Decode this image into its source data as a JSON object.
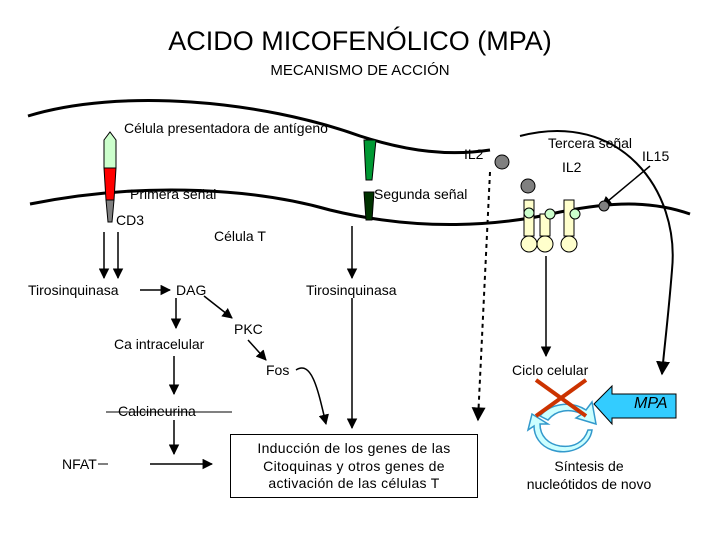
{
  "title": "ACIDO MICOFENÓLICO (MPA)",
  "subtitle": "MECANISMO DE ACCIÓN",
  "labels": {
    "apc": "Célula presentadora de antígeno",
    "primera_senal": "Primera señal",
    "segunda_senal": "Segunda señal",
    "tercera_senal": "Tercera señal",
    "il2_left": "IL2",
    "il2_right": "IL2",
    "il15": "IL15",
    "cd3": "CD3",
    "celula_t": "Célula T",
    "tirosinquinasa_left": "Tirosinquinasa",
    "dag": "DAG",
    "tirosinquinasa_right": "Tirosinquinasa",
    "ca_intracelular": "Ca intracelular",
    "pkc": "PKC",
    "fos": "Fos",
    "ciclo_celular": "Ciclo celular",
    "calcineurina": "Calcineurina",
    "nfat": "NFAT",
    "mpa": "MPA",
    "sintesis_line1": "Síntesis de",
    "sintesis_line2": "nucleótidos de novo"
  },
  "induction_box": {
    "line1": "Inducción de los genes de las",
    "line2": "Citoquinas y otros genes de",
    "line3": "activación de las células T"
  },
  "colors": {
    "receptor_green": "#ccffcc",
    "primera_red": "#ff0000",
    "segunda_green": "#009933",
    "segunda_dark": "#003300",
    "il15_yellow": "#ffffcc",
    "cytokine_grey": "#808080",
    "cytokine_green": "#ccffcc",
    "mpa_cyan": "#33ccff",
    "cross_red": "#cc3300",
    "cycle_fill": "#ccffff",
    "cycle_edge": "#3399cc"
  }
}
